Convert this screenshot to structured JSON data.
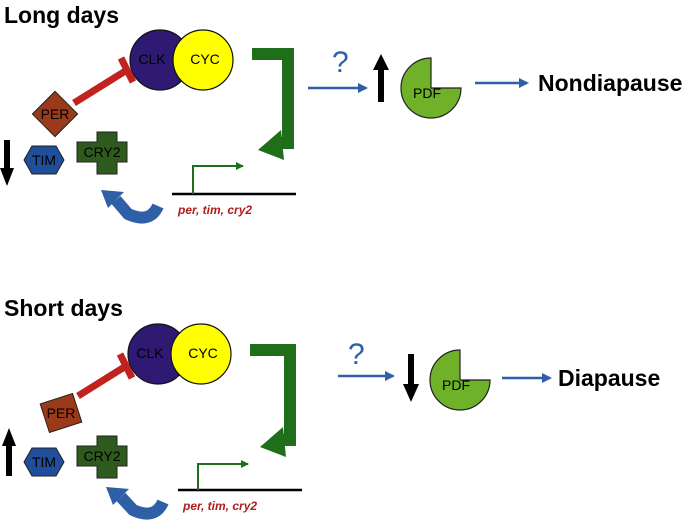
{
  "colors": {
    "clk": "#2e1a73",
    "cyc": "#ffff00",
    "per": "#9b3a1a",
    "tim": "#1f4f9a",
    "cry2": "#2f5a1e",
    "pdf": "#6fb128",
    "feedback_arrow": "#1f6f1a",
    "inhibition": "#c0221f",
    "blue_arrow": "#2f5fa6",
    "gene_text": "#b01c1c"
  },
  "panels": [
    {
      "title": "Long days",
      "molecules": {
        "clk": "CLK",
        "cyc": "CYC",
        "per": "PER",
        "tim": "TIM",
        "cry2": "CRY2",
        "pdf": "PDF"
      },
      "genes": "per, tim, cry2",
      "question": "?",
      "tim_level": "down",
      "pdf_level": "up",
      "outcome": "Nondiapause"
    },
    {
      "title": "Short days",
      "molecules": {
        "clk": "CLK",
        "cyc": "CYC",
        "per": "PER",
        "tim": "TIM",
        "cry2": "CRY2",
        "pdf": "PDF"
      },
      "genes": "per, tim, cry2",
      "question": "?",
      "tim_level": "up",
      "pdf_level": "down",
      "outcome": "Diapause"
    }
  ]
}
